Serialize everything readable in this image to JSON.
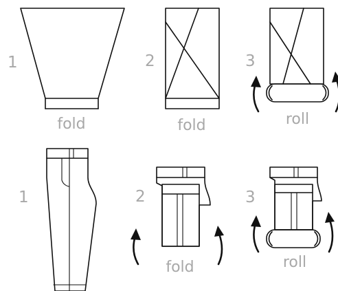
{
  "steps": {
    "top": [
      {
        "number": "1",
        "caption": "fold"
      },
      {
        "number": "2",
        "caption": "fold"
      },
      {
        "number": "3",
        "caption": "roll"
      }
    ],
    "bottom": [
      {
        "number": "1",
        "caption": ""
      },
      {
        "number": "2",
        "caption": "fold"
      },
      {
        "number": "3",
        "caption": "roll"
      }
    ]
  },
  "colors": {
    "ink": "#111111",
    "label": "#a8a8a8",
    "background": "#ffffff"
  },
  "icons": [
    "curved-up-arrow-icon"
  ]
}
